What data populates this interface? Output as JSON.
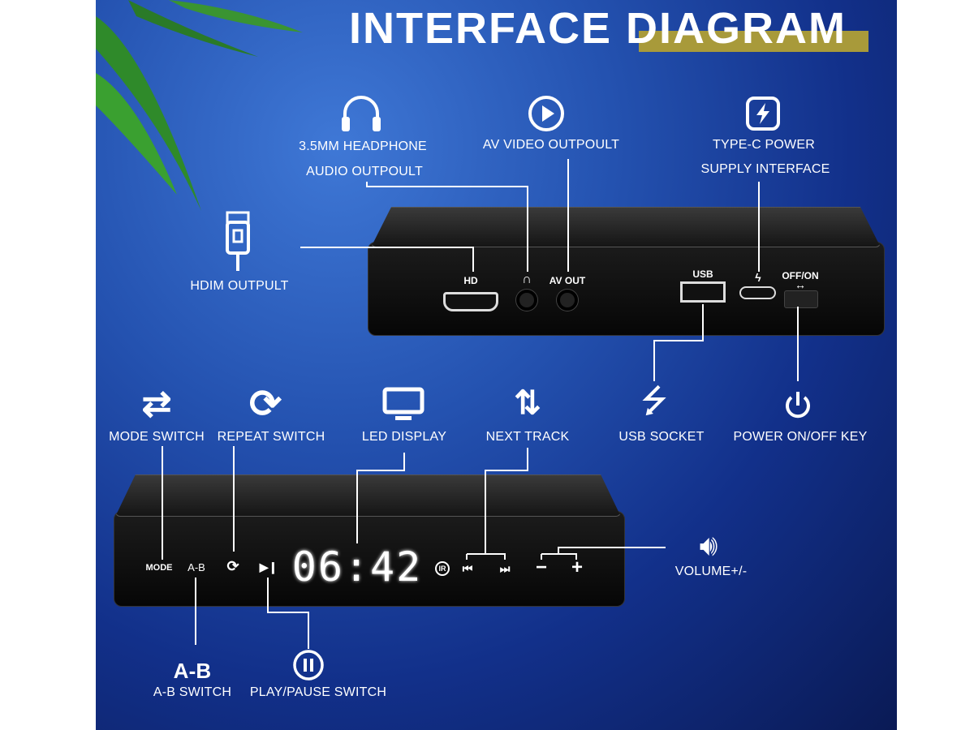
{
  "title": "INTERFACE DIAGRAM",
  "top_labels": {
    "headphone_line1": "3.5MM HEADPHONE",
    "headphone_line2": "AUDIO OUTPOULT",
    "av": "AV VIDEO OUTPOULT",
    "typec_line1": "TYPE-C POWER",
    "typec_line2": "SUPPLY INTERFACE",
    "hdmi": "HDIM OUTPULT"
  },
  "rear_panel": {
    "hd": "HD",
    "av_out": "AV OUT",
    "usb": "USB",
    "off_on": "OFF/ON"
  },
  "mid_labels": {
    "mode": "MODE SWITCH",
    "repeat": "REPEAT SWITCH",
    "led": "LED DISPLAY",
    "next": "NEXT TRACK",
    "usb": "USB SOCKET",
    "power": "POWER ON/OFF KEY"
  },
  "front_panel": {
    "mode": "MODE",
    "ab": "A-B",
    "display": "06:42",
    "ir": "IR",
    "minus": "−",
    "plus": "+"
  },
  "bottom_labels": {
    "ab_big": "A-B",
    "ab": "A-B SWITCH",
    "play": "PLAY/PAUSE SWITCH",
    "volume": "VOLUME+/-"
  }
}
